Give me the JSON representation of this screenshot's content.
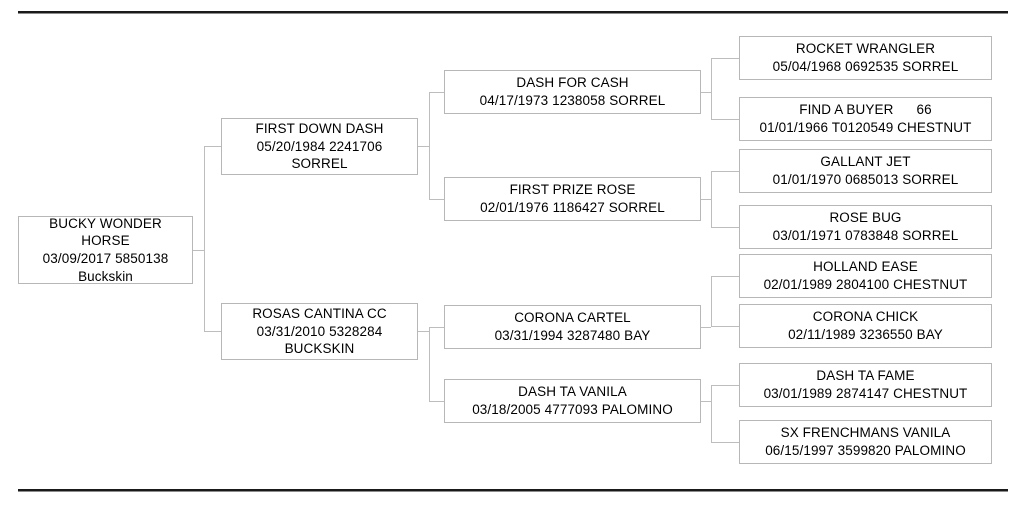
{
  "document": {
    "type": "pedigree-chart",
    "generations": 4,
    "rule_color": "#1a1a1a",
    "box_border_color": "#b7b7b7",
    "connector_color": "#bdbdbd"
  },
  "subject": {
    "name": "BUCKY WONDER",
    "name2": "HORSE",
    "info": "03/09/2017 5850138",
    "color": "Buckskin"
  },
  "gen2": [
    {
      "name": "FIRST DOWN DASH",
      "info": "05/20/1984 2241706",
      "color": "SORREL"
    },
    {
      "name": "ROSAS CANTINA CC",
      "info": "03/31/2010 5328284",
      "color": "BUCKSKIN"
    }
  ],
  "gen3": [
    {
      "name": "DASH FOR CASH",
      "info": "04/17/1973 1238058 SORREL"
    },
    {
      "name": "FIRST PRIZE ROSE",
      "info": "02/01/1976 1186427 SORREL"
    },
    {
      "name": "CORONA CARTEL",
      "info": "03/31/1994 3287480 BAY"
    },
    {
      "name": "DASH TA VANILA",
      "info": "03/18/2005 4777093 PALOMINO"
    }
  ],
  "gen4": [
    {
      "name": "ROCKET WRANGLER",
      "info": "05/04/1968 0692535 SORREL"
    },
    {
      "name": "FIND A BUYER      66",
      "info": "01/01/1966 T0120549 CHESTNUT"
    },
    {
      "name": "GALLANT JET",
      "info": "01/01/1970 0685013 SORREL"
    },
    {
      "name": "ROSE BUG",
      "info": "03/01/1971 0783848 SORREL"
    },
    {
      "name": "HOLLAND EASE",
      "info": "02/01/1989 2804100 CHESTNUT"
    },
    {
      "name": "CORONA CHICK",
      "info": "02/11/1989 3236550 BAY"
    },
    {
      "name": "DASH TA FAME",
      "info": "03/01/1989 2874147 CHESTNUT"
    },
    {
      "name": "SX FRENCHMANS VANILA",
      "info": "06/15/1997 3599820 PALOMINO"
    }
  ]
}
